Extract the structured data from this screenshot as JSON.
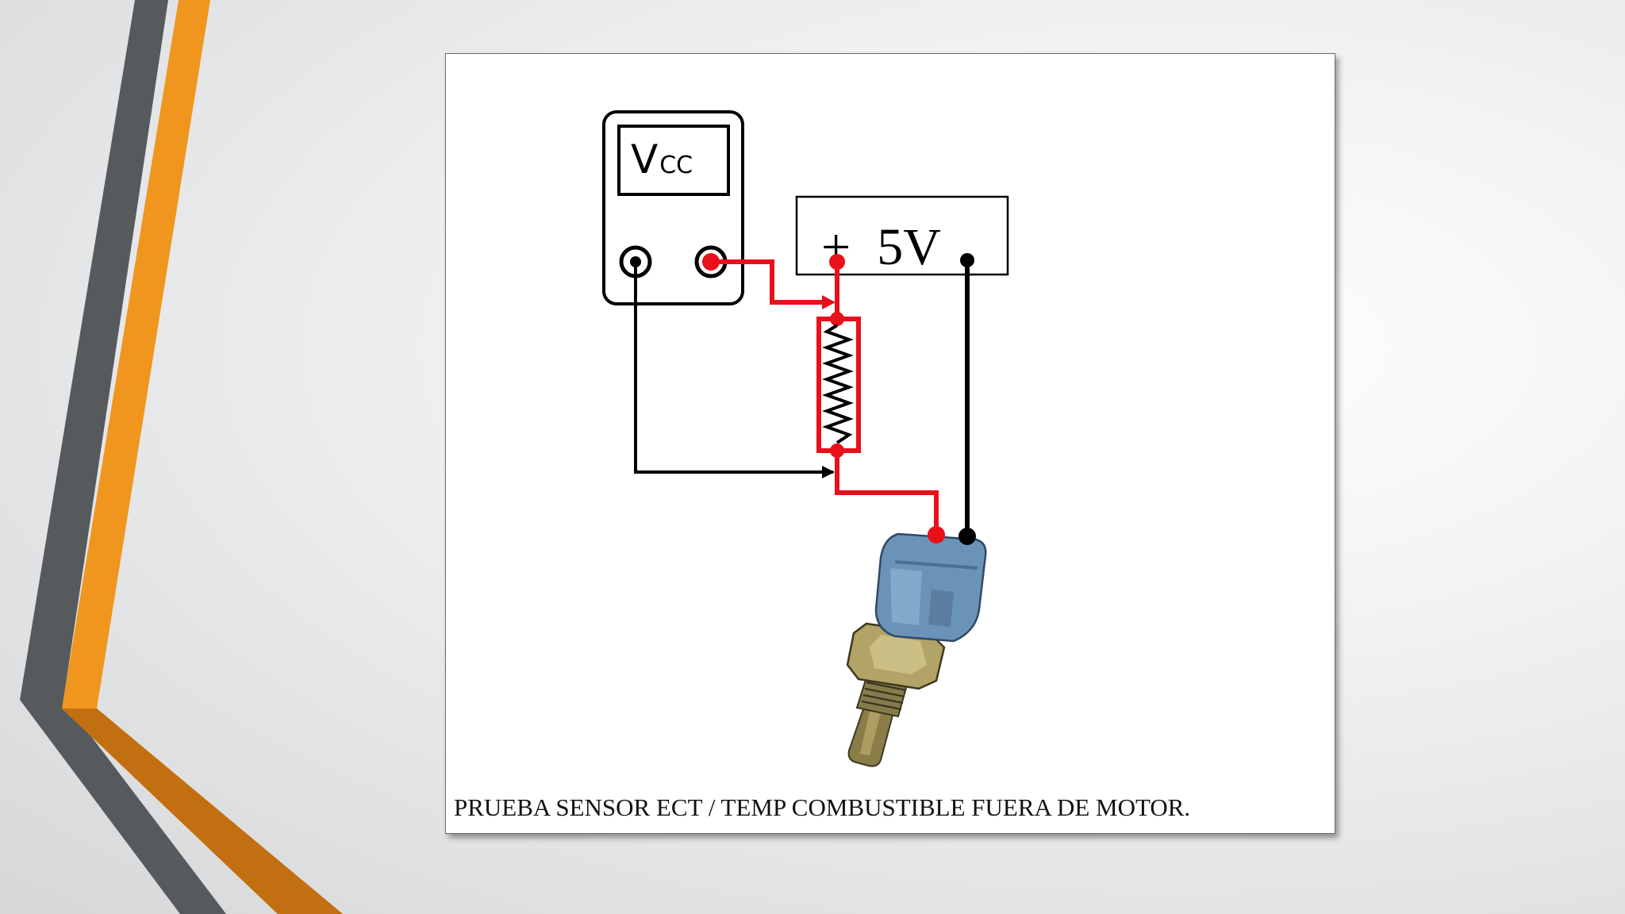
{
  "slide": {
    "accent_color": "#f0961e",
    "stripe_color": "#555759"
  },
  "figure": {
    "meter_label": "V",
    "meter_label_sub": "CC",
    "supply_label": "+  5V",
    "caption": "PRUEBA SENSOR ECT / TEMP COMBUSTIBLE  FUERA DE MOTOR.",
    "wire_colors": {
      "positive": "#e8101a",
      "negative": "#000000"
    },
    "sensor_color": "#6b93b8"
  }
}
